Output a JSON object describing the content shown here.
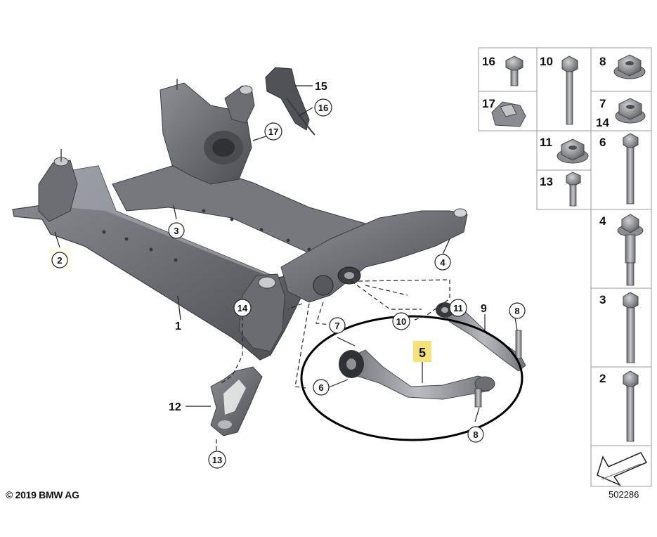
{
  "diagram": {
    "copyright": "© 2019 BMW AG",
    "figure_number": "502286",
    "callouts": {
      "c1": "1",
      "c2": "2",
      "c3": "3",
      "c4": "4",
      "c5": "5",
      "c6": "6",
      "c7": "7",
      "c8a": "8",
      "c8b": "8",
      "c9": "9",
      "c10": "10",
      "c11": "11",
      "c12": "12",
      "c13": "13",
      "c14": "14",
      "c15": "15",
      "c16": "16",
      "c17": "17"
    },
    "parts_table": {
      "p16": "16",
      "p10": "10",
      "p8": "8",
      "p17": "17",
      "p7": "7",
      "p14": "14",
      "p11": "11",
      "p6": "6",
      "p13": "13",
      "p4": "4",
      "p3": "3",
      "p2": "2"
    },
    "colors": {
      "frame_dark": "#55575c",
      "frame_mid": "#7a7c82",
      "frame_light": "#9ea0a6",
      "highlight": "#f5e27a",
      "ellipse": "#000000"
    }
  }
}
